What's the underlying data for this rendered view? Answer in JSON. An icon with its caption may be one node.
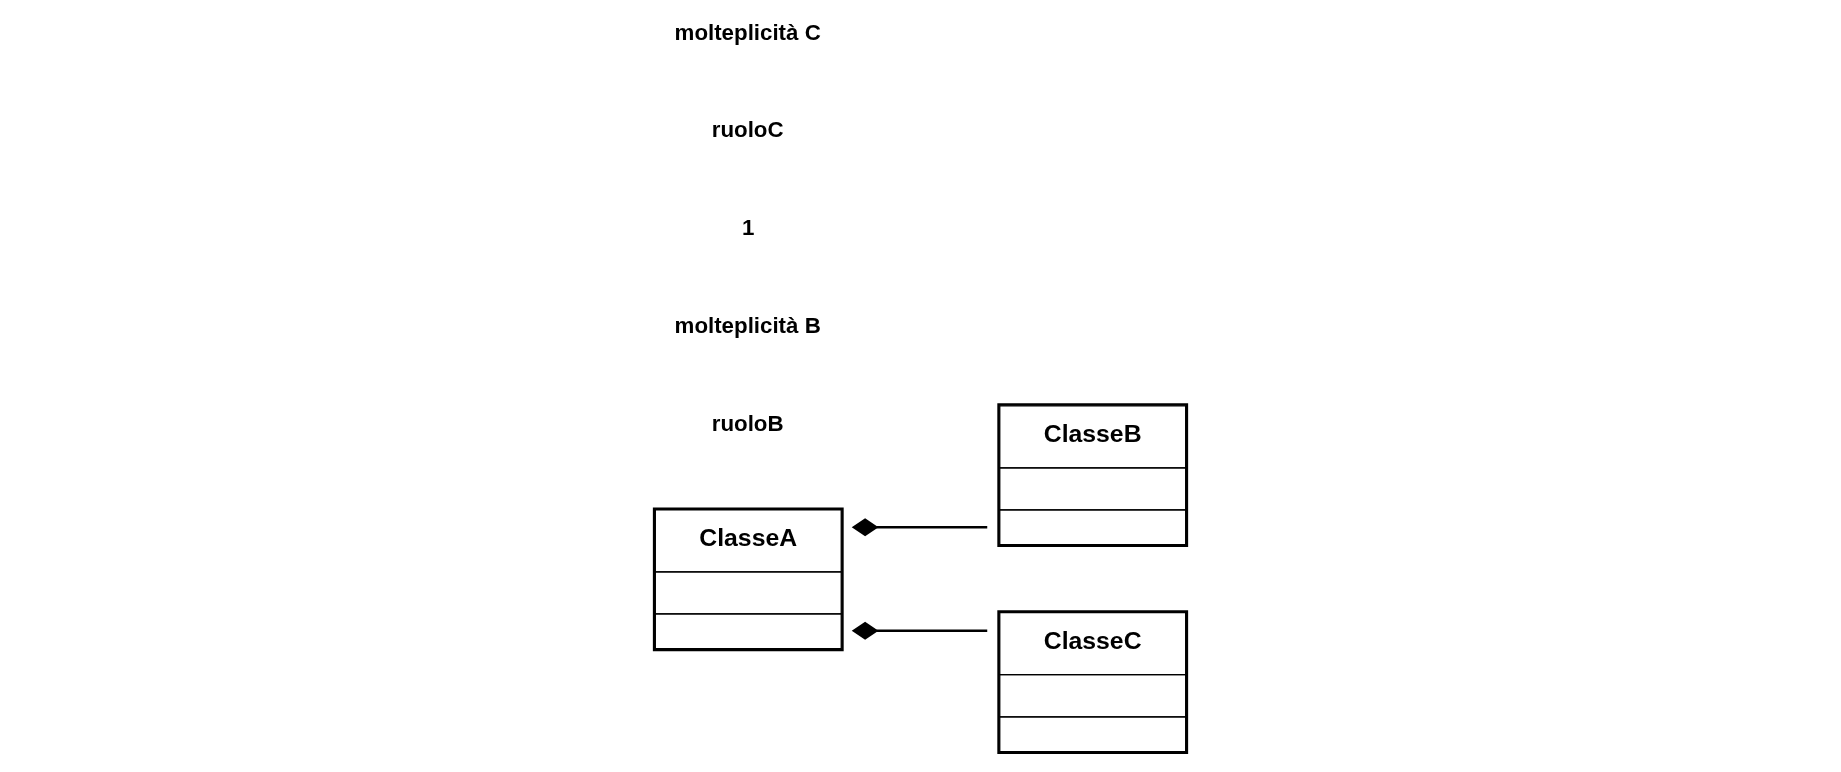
{
  "diagram": {
    "nodes": [
      {
        "text": [
          "ClasseA"
        ]
      },
      {
        "text": [
          "ClasseB"
        ]
      },
      {
        "text": [
          "ClasseC"
        ]
      }
    ],
    "edges": [
      {
        "from": 0,
        "to": 1,
        "arrow": "other"
      },
      {
        "from": 0,
        "to": 2,
        "arrow": "other"
      }
    ],
    "labels": [
      "ruoloB",
      "molteplicità B",
      "1",
      "ruoloC",
      "molteplicità C"
    ]
  }
}
